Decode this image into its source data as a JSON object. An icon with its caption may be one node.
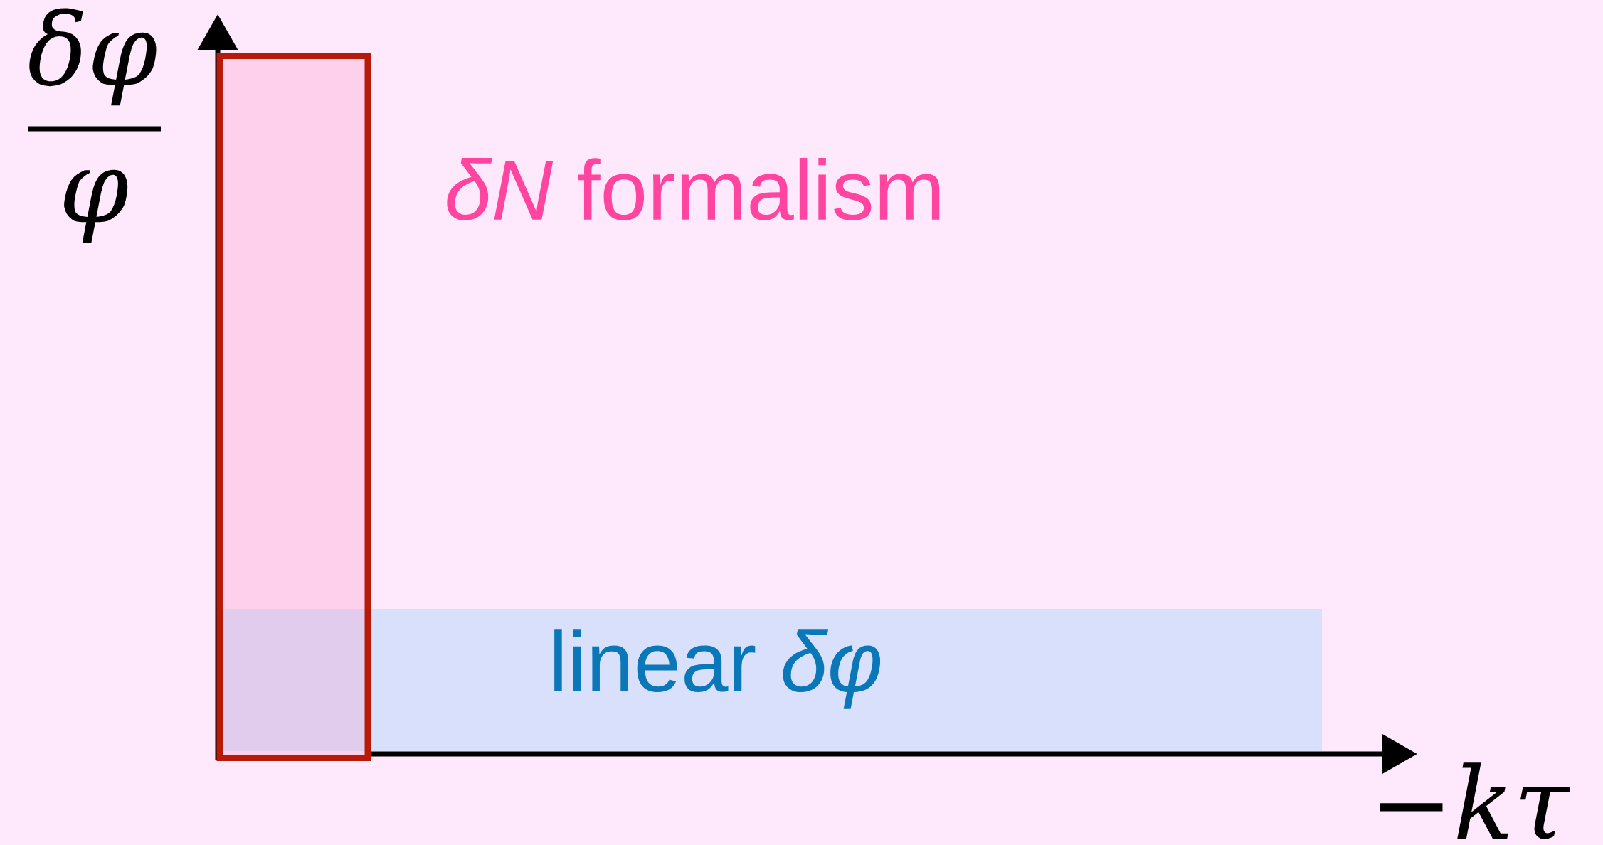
{
  "diagram": {
    "nodes": [
      {
        "text": [],
        "shape": "box",
        "beside": [
          "*δN* formalism"
        ]
      },
      {
        "text": [
          "linear *δφ*"
        ]
      }
    ],
    "labels": [
      "δφ",
      "φ",
      "−kτ"
    ]
  }
}
